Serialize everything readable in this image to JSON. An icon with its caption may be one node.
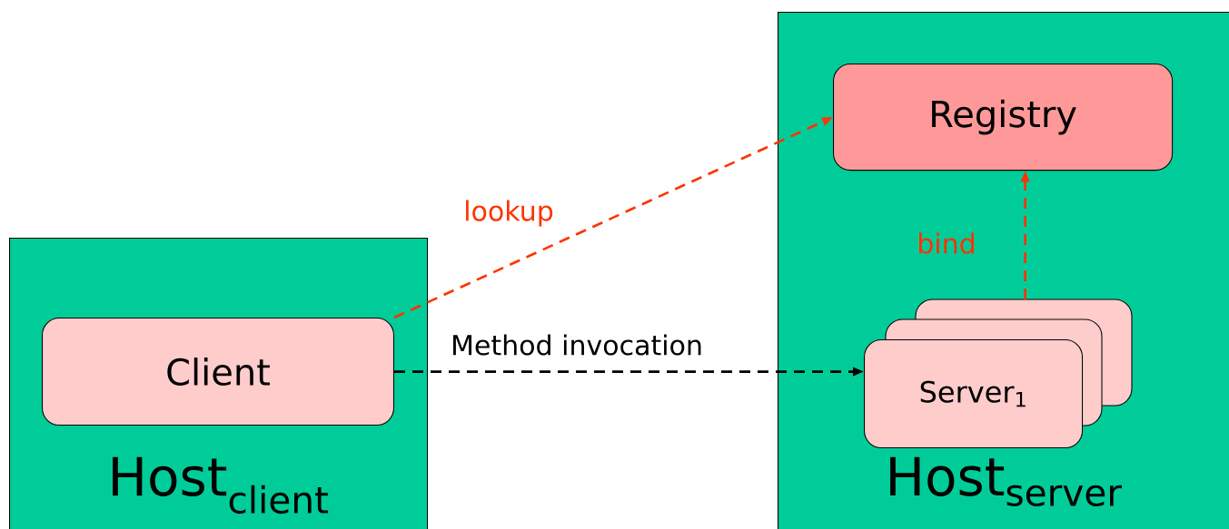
{
  "diagram": {
    "nodes": [
      {
        "text": [
          "Host$_{client}$"
        ]
      },
      {
        "text": [
          "Client"
        ],
        "in": 0
      },
      {
        "text": [
          "Host$_{server}$"
        ]
      },
      {
        "text": [
          "Registry"
        ],
        "in": 2
      },
      {
        "text": [
          "Server$_{1}$"
        ],
        "in": 2
      }
    ],
    "edges": [
      {
        "from": 1,
        "to": 3,
        "arrow": "to",
        "label": "lookup",
        "style": "dashed",
        "color": "#ff3300"
      },
      {
        "from": 1,
        "to": 4,
        "arrow": "to",
        "label": "Method invocation",
        "style": "dashed",
        "color": "#000000"
      },
      {
        "from": 4,
        "to": 3,
        "arrow": "to",
        "label": "bind",
        "style": "dashed",
        "color": "#ff3300"
      }
    ]
  }
}
